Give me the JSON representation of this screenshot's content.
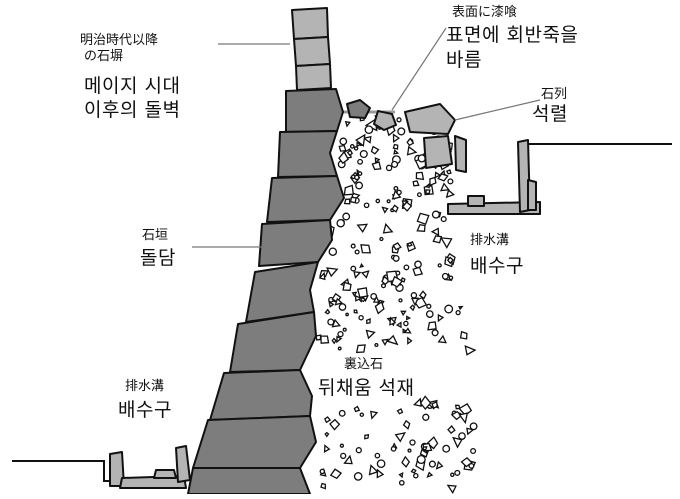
{
  "diagram": {
    "labels": {
      "meiji_wall": {
        "ja_line1": "明治時代以降",
        "ja_line2": "の石塀",
        "ko_line1": "메이지 시대",
        "ko_line2": "이후의 돌벽"
      },
      "plaster": {
        "ja": "表面に漆喰",
        "ko_line1": "표면에 회반죽을",
        "ko_line2": "바름"
      },
      "stone_row": {
        "ja": "石列",
        "ko": "석렬"
      },
      "stone_wall": {
        "ja": "石垣",
        "ko": "돌담"
      },
      "drain_right": {
        "ja": "排水溝",
        "ko": "배수구"
      },
      "backfill": {
        "ja": "裏込石",
        "ko": "뒤채움 석재"
      },
      "drain_left": {
        "ja": "排水溝",
        "ko": "배수구"
      }
    },
    "colors": {
      "stone_dark": "#7d7d7d",
      "stone_light": "#b4b4b4",
      "outline": "#111111",
      "leader_line": "#777777",
      "background": "#ffffff"
    }
  }
}
